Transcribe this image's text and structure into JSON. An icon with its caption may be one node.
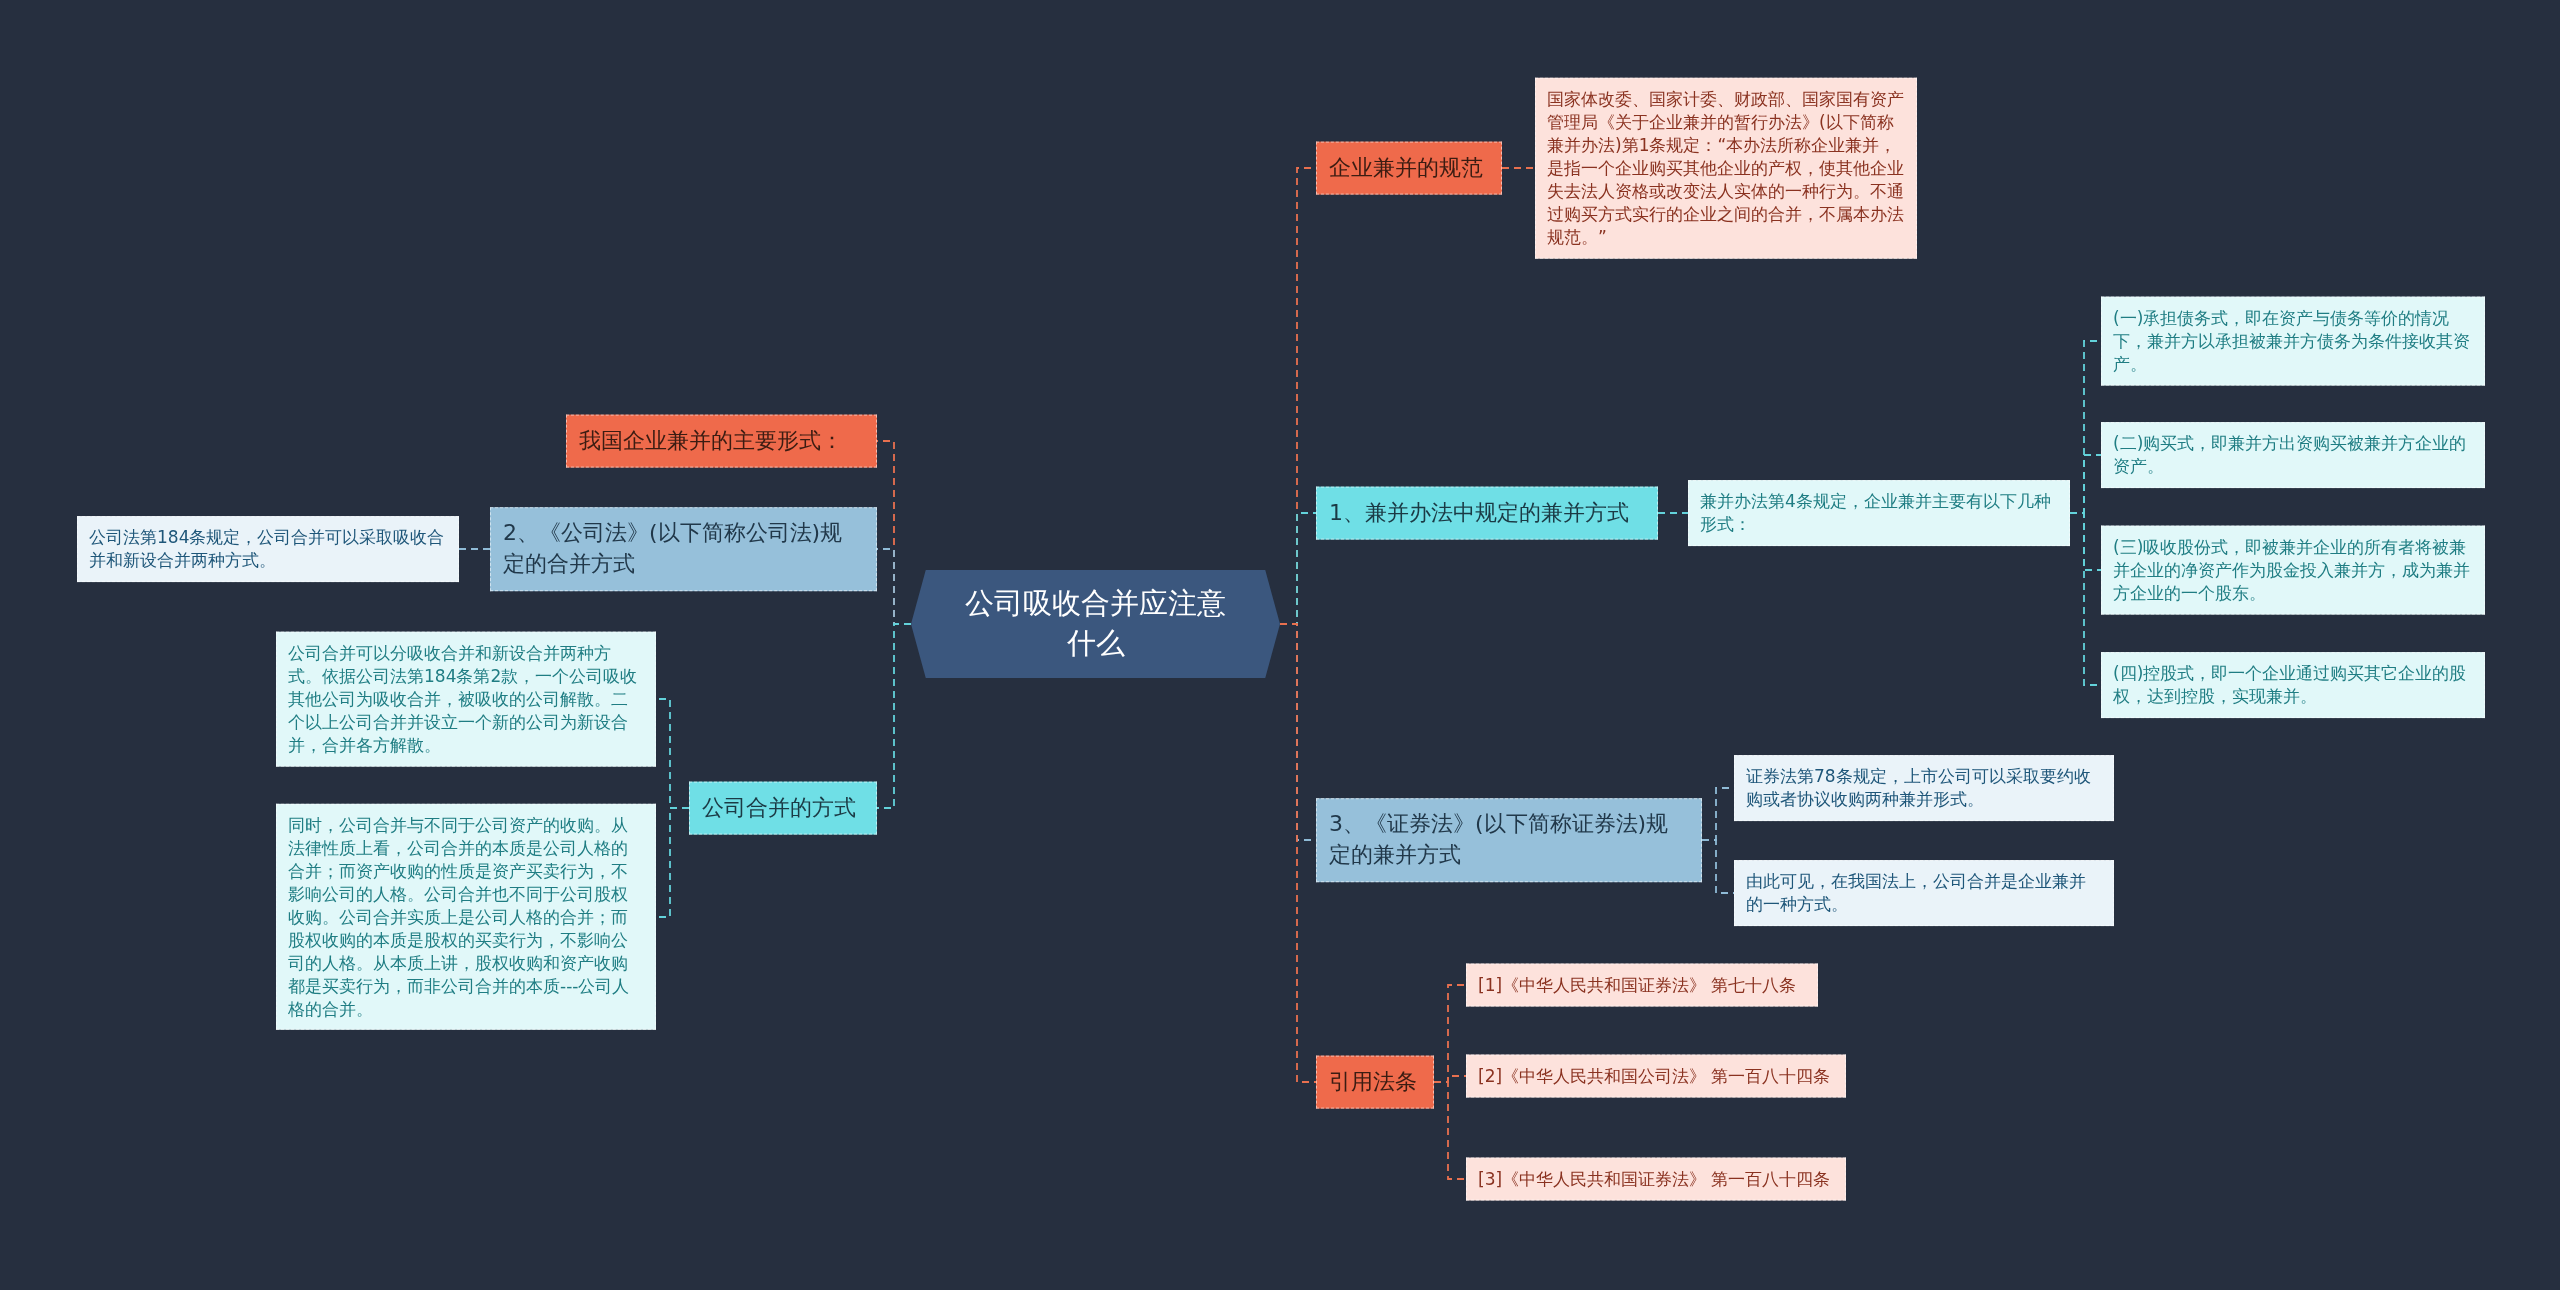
{
  "diagram": {
    "nodes": [
      {
        "text": [
          "公司吸收合并应注意什么"
        ]
      },
      {
        "text": [
          "企业兼并的规范"
        ]
      },
      {
        "text": [
          "国家体改委、国家计委、财政部、国家国有资产管理局《关于企业兼并的暂行办法》(以下简称兼并办法)第1条规定：“本办法所称企业兼并，是指一个企业购买其他企业的产权，使其他企业失去法人资格或改变法人实体的一种行为。不通过购买方式实行的企业之间的合并，不属本办法规范。”"
        ]
      },
      {
        "text": [
          "1、兼并办法中规定的兼并方式"
        ]
      },
      {
        "text": [
          "兼并办法第4条规定，企业兼并主要有以下几种形式："
        ]
      },
      {
        "text": [
          "(一)承担债务式，即在资产与债务等价的情况下，兼并方以承担被兼并方债务为条件接收其资产。"
        ]
      },
      {
        "text": [
          "(二)购买式，即兼并方出资购买被兼并方企业的资产。"
        ]
      },
      {
        "text": [
          "(三)吸收股份式，即被兼并企业的所有者将被兼并企业的净资产作为股金投入兼并方，成为兼并方企业的一个股东。"
        ]
      },
      {
        "text": [
          "(四)控股式，即一个企业通过购买其它企业的股权，达到控股，实现兼并。"
        ]
      },
      {
        "text": [
          "3、《证券法》(以下简称证券法)规定的兼并方式"
        ]
      },
      {
        "text": [
          "证券法第78条规定，上市公司可以采取要约收购或者协议收购两种兼并形式。"
        ]
      },
      {
        "text": [
          "由此可见，在我国法上，公司合并是企业兼并的一种方式。"
        ]
      },
      {
        "text": [
          "引用法条"
        ]
      },
      {
        "text": [
          "[1]《中华人民共和国证券法》 第七十八条"
        ]
      },
      {
        "text": [
          "[2]《中华人民共和国公司法》 第一百八十四条"
        ]
      },
      {
        "text": [
          "[3]《中华人民共和国证券法》 第一百八十四条"
        ]
      },
      {
        "text": [
          "我国企业兼并的主要形式："
        ]
      },
      {
        "text": [
          "2、《公司法》(以下简称公司法)规定的合并方式"
        ]
      },
      {
        "text": [
          "公司法第184条规定，公司合并可以采取吸收合并和新设合并两种方式。"
        ]
      },
      {
        "text": [
          "公司合并的方式"
        ]
      },
      {
        "text": [
          "公司合并可以分吸收合并和新设合并两种方式。依据公司法第184条第2款，一个公司吸收其他公司为吸收合并，被吸收的公司解散。二个以上公司合并并设立一个新的公司为新设合并，合并各方解散。"
        ]
      },
      {
        "text": [
          "同时，公司合并与不同于公司资产的收购。从法律性质上看，公司合并的本质是公司人格的合并；而资产收购的性质是资产买卖行为，不影响公司的人格。公司合并也不同于公司股权收购。公司合并实质上是公司人格的合并；而股权收购的本质是股权的买卖行为，不影响公司的人格。从本质上讲，股权收购和资产收购都是买卖行为，而非公司合并的本质---公司人格的合并。"
        ]
      }
    ],
    "edges": [
      {
        "from": 0,
        "to": 1,
        "arrow": "none",
        "style": "dashed",
        "color": "#e8704f"
      },
      {
        "from": 1,
        "to": 2,
        "arrow": "none",
        "style": "dashed",
        "color": "#e8704f"
      },
      {
        "from": 0,
        "to": 3,
        "arrow": "none",
        "style": "dashed"
      },
      {
        "from": 3,
        "to": 4,
        "arrow": "none",
        "style": "dashed"
      },
      {
        "from": 4,
        "to": 5,
        "arrow": "none",
        "style": "dashed"
      },
      {
        "from": 4,
        "to": 6,
        "arrow": "none",
        "style": "dashed"
      },
      {
        "from": 4,
        "to": 7,
        "arrow": "none",
        "style": "dashed"
      },
      {
        "from": 4,
        "to": 8,
        "arrow": "none",
        "style": "dashed"
      },
      {
        "from": 0,
        "to": 9,
        "arrow": "none",
        "style": "dashed",
        "color": "#8fbbd6"
      },
      {
        "from": 9,
        "to": 10,
        "arrow": "none",
        "style": "dashed",
        "color": "#8fbbd6"
      },
      {
        "from": 9,
        "to": 11,
        "arrow": "none",
        "style": "dashed",
        "color": "#8fbbd6"
      },
      {
        "from": 0,
        "to": 12,
        "arrow": "none",
        "style": "dashed",
        "color": "#e8704f"
      },
      {
        "from": 12,
        "to": 13,
        "arrow": "none",
        "style": "dashed",
        "color": "#e8704f"
      },
      {
        "from": 12,
        "to": 14,
        "arrow": "none",
        "style": "dashed",
        "color": "#e8704f"
      },
      {
        "from": 12,
        "to": 15,
        "arrow": "none",
        "style": "dashed",
        "color": "#e8704f"
      },
      {
        "from": 0,
        "to": 16,
        "arrow": "none",
        "style": "dashed",
        "color": "#e8704f"
      },
      {
        "from": 0,
        "to": 17,
        "arrow": "none",
        "style": "dashed",
        "color": "#8fbbd6"
      },
      {
        "from": 17,
        "to": 18,
        "arrow": "none",
        "style": "dashed",
        "color": "#8fbbd6"
      },
      {
        "from": 0,
        "to": 19,
        "arrow": "none",
        "style": "dashed"
      },
      {
        "from": 19,
        "to": 20,
        "arrow": "none",
        "style": "dashed"
      },
      {
        "from": 19,
        "to": 21,
        "arrow": "none",
        "style": "dashed"
      }
    ]
  }
}
